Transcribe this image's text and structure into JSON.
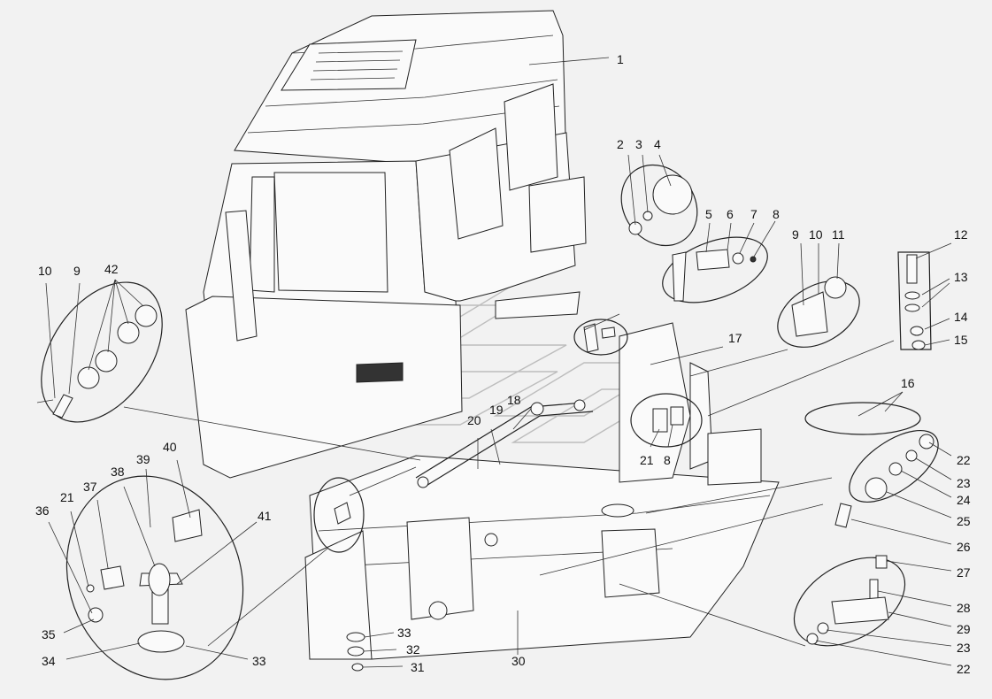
{
  "diagram": {
    "callouts": [
      "1",
      "2",
      "3",
      "4",
      "5",
      "6",
      "7",
      "8",
      "9",
      "10",
      "11",
      "12",
      "13",
      "14",
      "15",
      "16",
      "17",
      "18",
      "19",
      "20",
      "21",
      "8",
      "22",
      "23",
      "24",
      "25",
      "26",
      "27",
      "28",
      "29",
      "23",
      "22",
      "10",
      "9",
      "42",
      "40",
      "39",
      "38",
      "37",
      "21",
      "36",
      "35",
      "34",
      "33",
      "41",
      "33",
      "32",
      "31",
      "30"
    ]
  }
}
